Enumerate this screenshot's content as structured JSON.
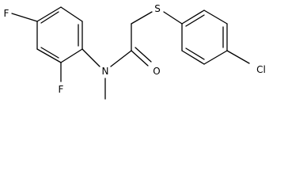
{
  "structure": {
    "atoms": {
      "f_para": "F",
      "f_ortho": "F",
      "nitrogen": "N",
      "oxygen": "O",
      "sulfur": "S",
      "chlorine": "Cl"
    }
  }
}
